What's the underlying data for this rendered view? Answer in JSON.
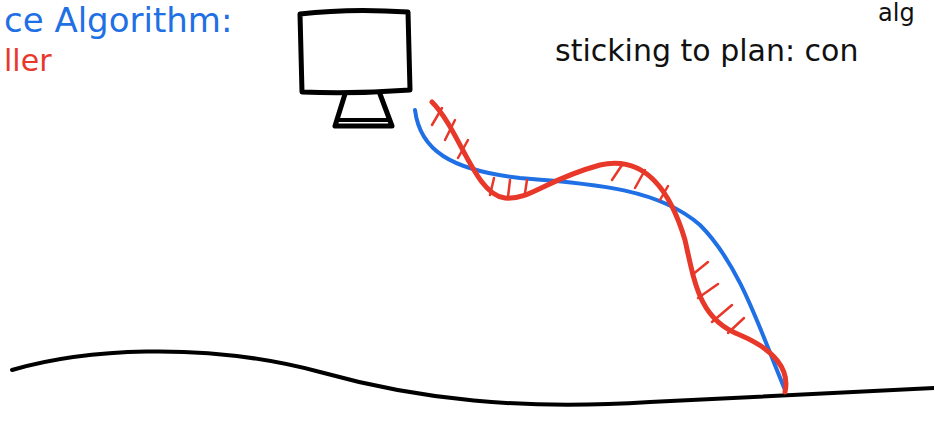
{
  "diagram": {
    "labels": [
      "ce Algorithm:",
      "ller",
      "sticking to plan: con",
      "alg"
    ]
  }
}
